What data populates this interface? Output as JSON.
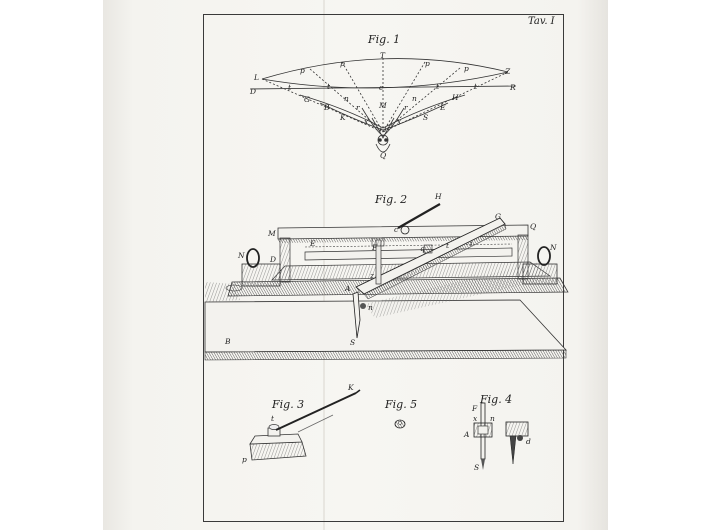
{
  "plate": {
    "title": "Tav. I",
    "figure_labels": [
      "Fig. 1",
      "Fig. 2",
      "Fig. 3",
      "Fig. 5",
      "Fig. 4"
    ]
  },
  "fig1_letters": [
    "L",
    "p",
    "p",
    "T",
    "p",
    "p",
    "Z",
    "D",
    "t",
    "t",
    "c",
    "t",
    "t",
    "R",
    "G",
    "n",
    "n",
    "H",
    "B",
    "r",
    "M",
    "r",
    "E",
    "K",
    "x",
    "x",
    "S",
    "Q"
  ],
  "fig2_letters": [
    "H",
    "G",
    "M",
    "Q",
    "E",
    "F",
    "c",
    "q",
    "t",
    "i",
    "N",
    "N",
    "D",
    "A",
    "z",
    "n",
    "S",
    "B"
  ],
  "fig3_letters": [
    "K",
    "t",
    "p"
  ],
  "fig4_letters": [
    "F",
    "x",
    "n",
    "A",
    "S",
    "d"
  ]
}
